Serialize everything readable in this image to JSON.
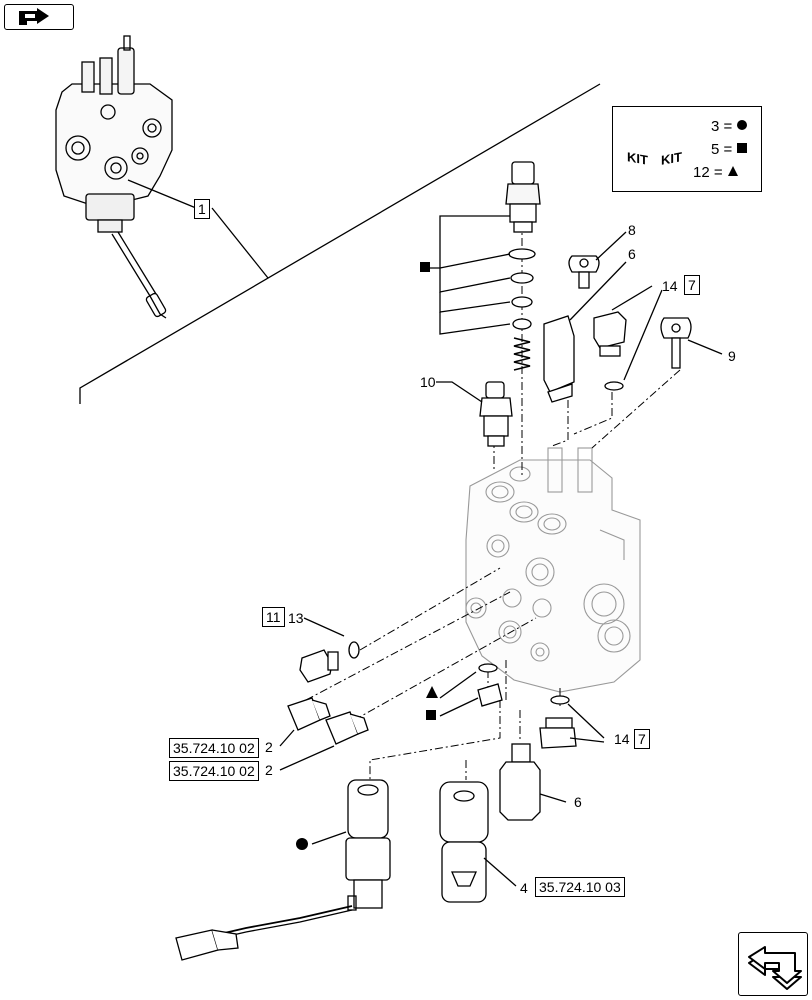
{
  "kit_legend": {
    "kit_label_left": "KIT",
    "kit_label_right": "KIT",
    "rows": [
      {
        "ref": "3 =",
        "symbol": "circle"
      },
      {
        "ref": "5 =",
        "symbol": "square"
      },
      {
        "ref": "12 =",
        "symbol": "triangle"
      }
    ]
  },
  "callouts": {
    "c1": "1",
    "c2a": "2",
    "c2b": "2",
    "c4": "4",
    "c6a": "6",
    "c6b": "6",
    "c7a": "7",
    "c7b": "7",
    "c8": "8",
    "c9": "9",
    "c10": "10",
    "c11": "11",
    "c13": "13",
    "c14a": "14",
    "c14b": "14"
  },
  "references": {
    "ref_a": "35.724.10 02",
    "ref_b": "35.724.10 02",
    "ref_c": "35.724.10 03"
  },
  "icons": {
    "top_nav": "back-arrow-icon",
    "bottom_nav": "forward-arrow-icon"
  }
}
